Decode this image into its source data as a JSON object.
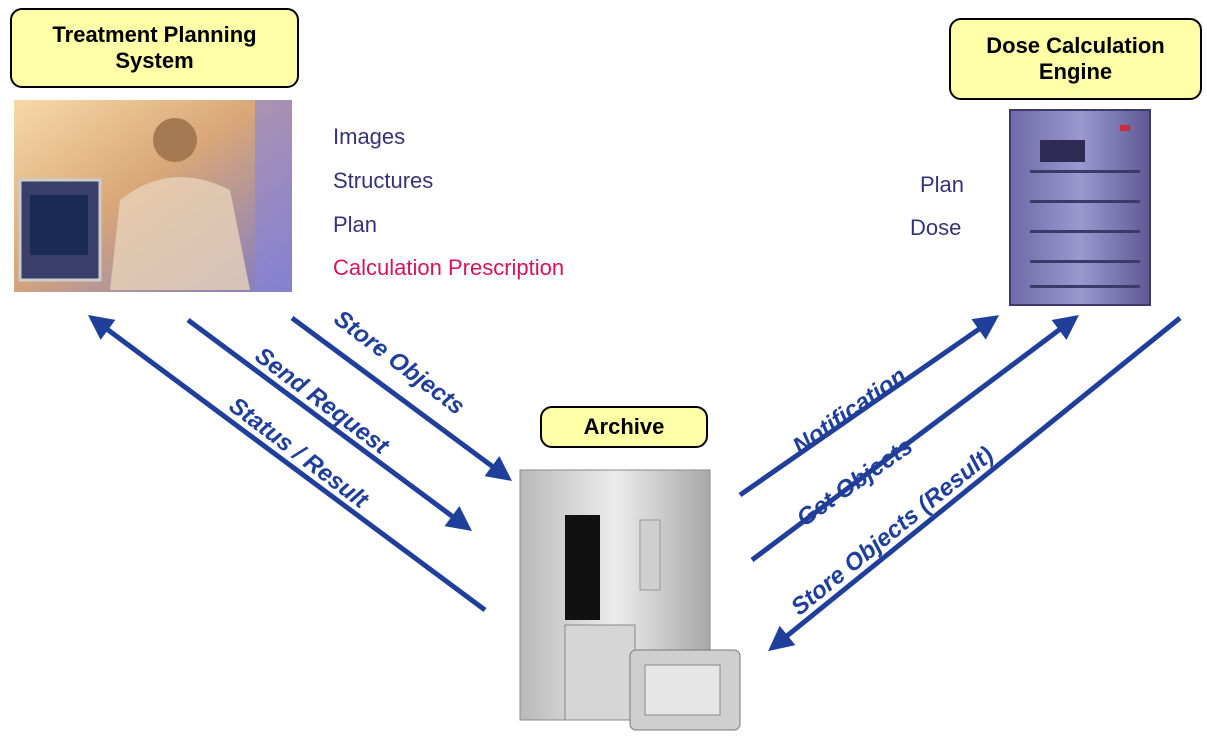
{
  "nodes": {
    "tps": {
      "line1": "Treatment Planning",
      "line2": "System"
    },
    "dce": {
      "line1": "Dose Calculation",
      "line2": "Engine"
    },
    "archive": {
      "label": "Archive"
    }
  },
  "tps_objects": [
    "Images",
    "Structures",
    "Plan",
    "Calculation Prescription"
  ],
  "dce_objects": [
    "Plan",
    "Dose"
  ],
  "arrows": {
    "store_objects": "Store Objects",
    "send_request": "Send Request",
    "status_result": "Status / Result",
    "notification": "Notification",
    "get_objects": "Get Objects",
    "store_objects_result": "Store Objects (Result)"
  },
  "colors": {
    "arrow": "#1f3f9a",
    "box_fill": "#ffffa8",
    "text": "#33337a",
    "highlight": "#d4145a"
  }
}
